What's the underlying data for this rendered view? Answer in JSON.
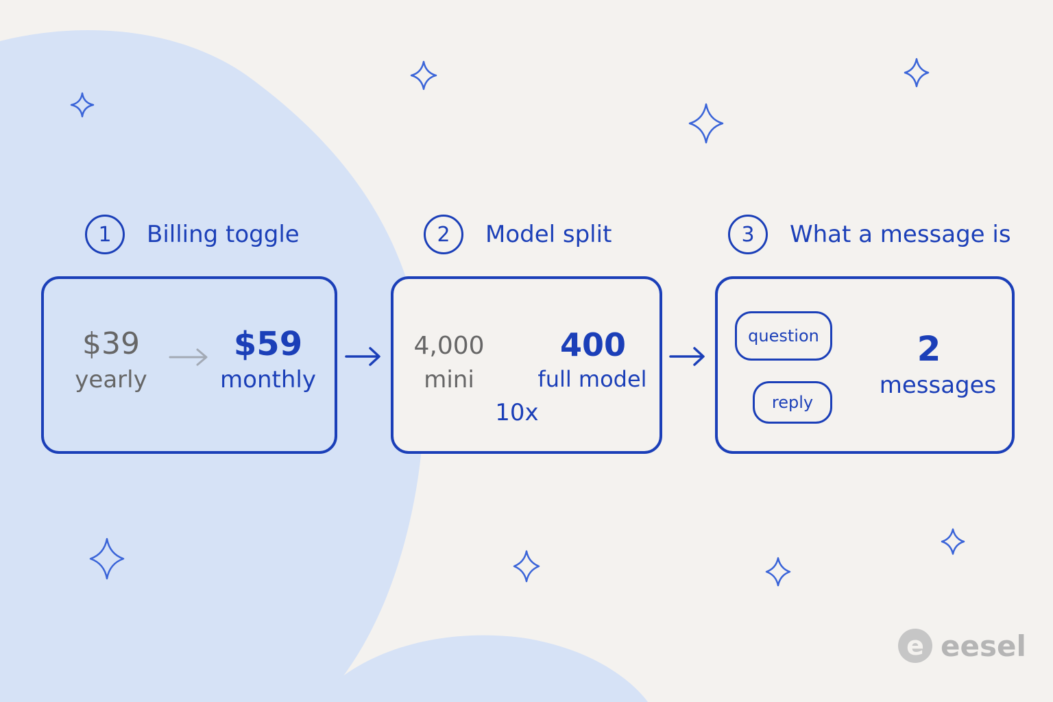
{
  "steps": [
    {
      "number": "1",
      "title": "Billing toggle",
      "from_value": "$39",
      "from_label": "yearly",
      "to_value": "$59",
      "to_label": "monthly"
    },
    {
      "number": "2",
      "title": "Model split",
      "from_value": "4,000",
      "from_label": "mini",
      "to_value": "400",
      "to_label": "full model",
      "ratio": "10x"
    },
    {
      "number": "3",
      "title": "What a message is",
      "bubble_question": "question",
      "bubble_reply": "reply",
      "result_value": "2",
      "result_label": "messages"
    }
  ],
  "logo": {
    "text": "eesel",
    "mark": "e"
  },
  "icons": [
    "sparkle-icon",
    "arrow-right-icon",
    "speech-bubble-icon",
    "curly-brace-icon"
  ],
  "colors": {
    "accent": "#1b3fb8",
    "muted": "#666666",
    "background": "#f4f2ef",
    "blob": "#d6e2f6"
  }
}
